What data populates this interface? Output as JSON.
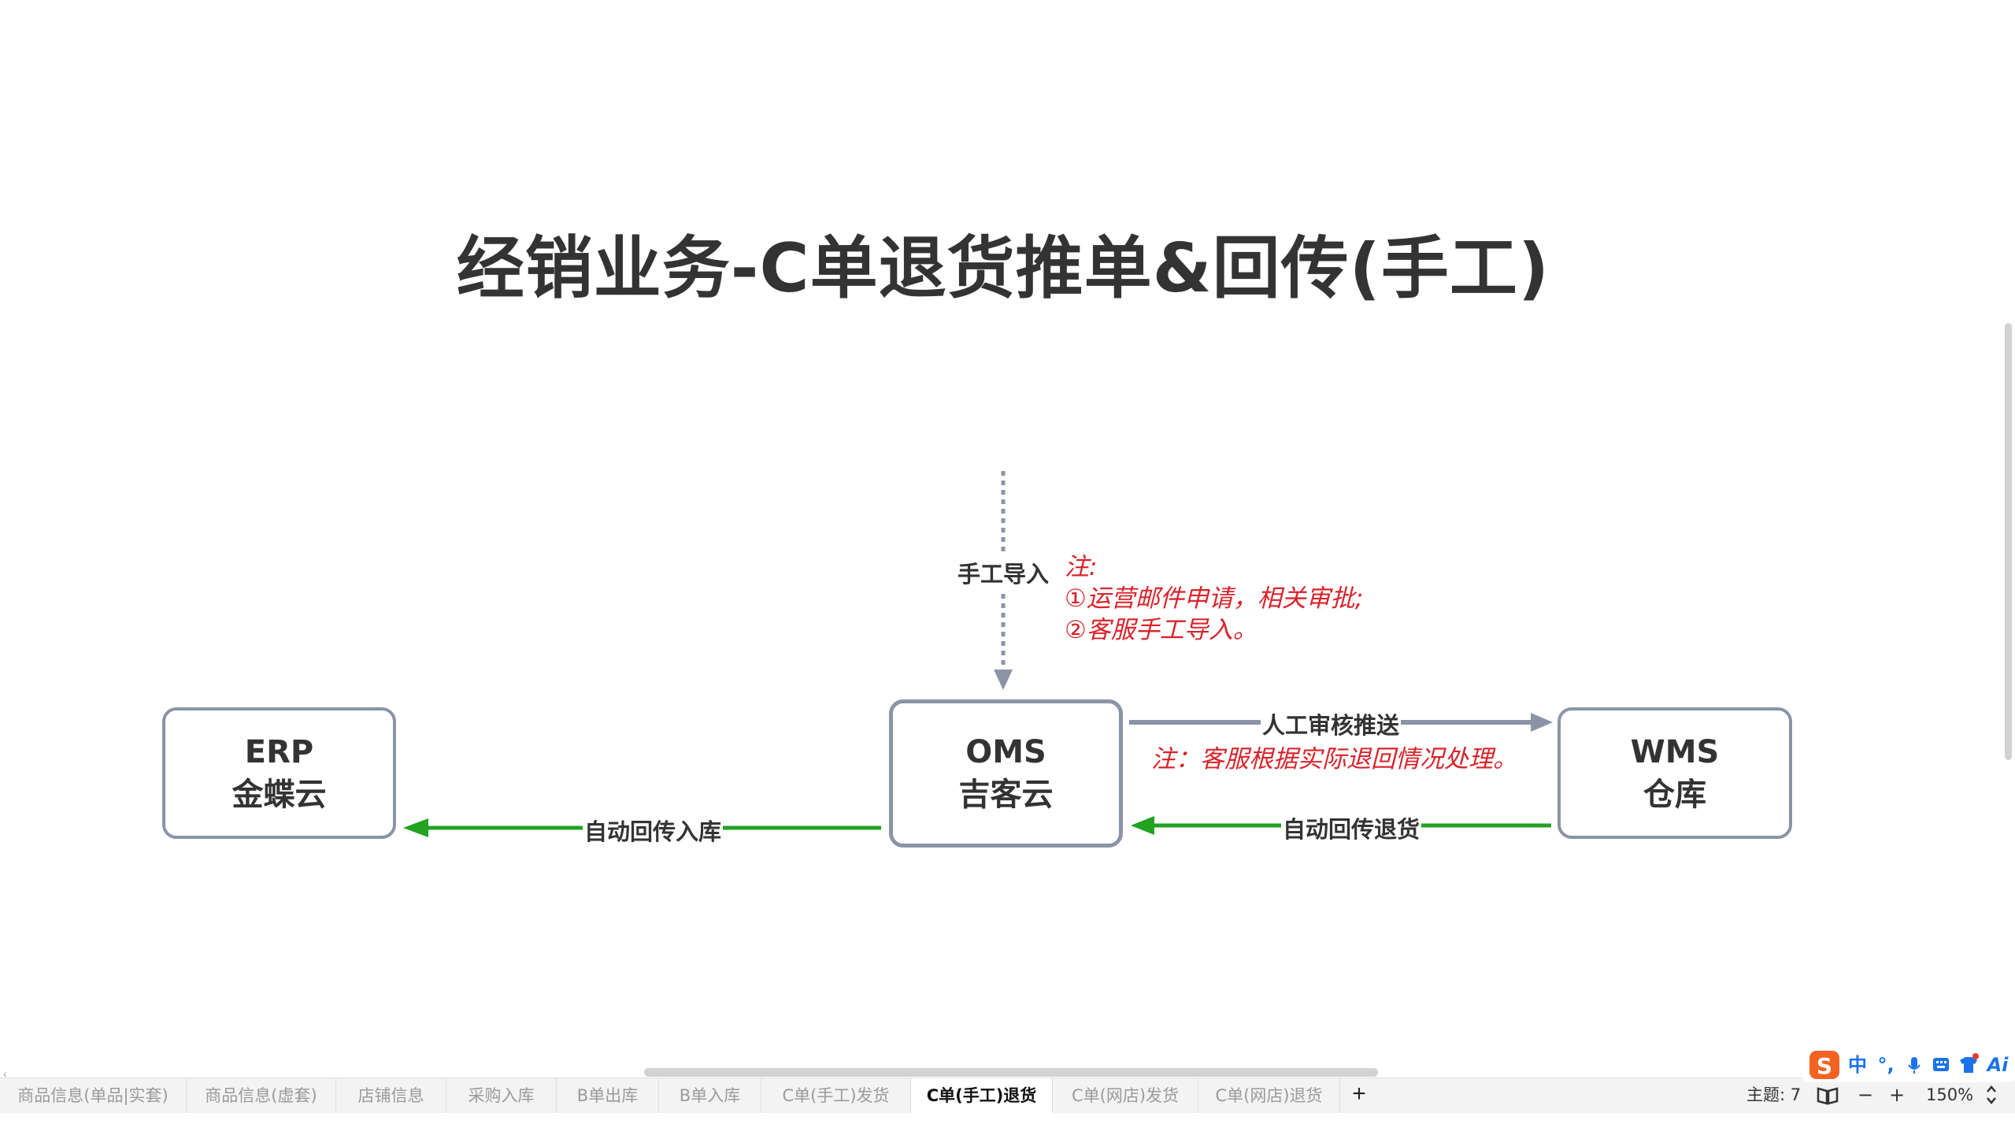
{
  "diagram": {
    "title": "经销业务-C单退货推单&回传(手工)",
    "nodes": {
      "erp": {
        "line1": "ERP",
        "line2": "金蝶云"
      },
      "oms": {
        "line1": "OMS",
        "line2": "吉客云"
      },
      "wms": {
        "line1": "WMS",
        "line2": "仓库"
      }
    },
    "edges": {
      "manual_import": "手工导入",
      "manual_review_push": "人工审核推送",
      "auto_return_goods": "自动回传退货",
      "auto_return_stock_in": "自动回传入库"
    },
    "notes": {
      "import_note_title": "注:",
      "import_note_line1": "①运营邮件申请，相关审批;",
      "import_note_line2": "②客服手工导入。",
      "push_note": "注：客服根据实际退回情况处理。"
    },
    "colors": {
      "grey_arrow": "#8a94a6",
      "green_arrow": "#22a322",
      "note_red": "#d8232a",
      "node_border": "#8a94a6"
    }
  },
  "sheet_tabs": [
    {
      "label": "商品信息(单品|实套)",
      "active": false
    },
    {
      "label": "商品信息(虚套)",
      "active": false
    },
    {
      "label": "店铺信息",
      "active": false
    },
    {
      "label": "采购入库",
      "active": false
    },
    {
      "label": "B单出库",
      "active": false
    },
    {
      "label": "B单入库",
      "active": false
    },
    {
      "label": "C单(手工)发货",
      "active": false
    },
    {
      "label": "C单(手工)退货",
      "active": true
    },
    {
      "label": "C单(网店)发货",
      "active": false
    },
    {
      "label": "C单(网店)退货",
      "active": false
    }
  ],
  "statusbar": {
    "add_sheet": "+",
    "theme": "主题: 7",
    "zoom_out": "−",
    "zoom_in": "+",
    "zoom_level": "150%",
    "icons": [
      "book-icon",
      "spinner-icon"
    ]
  },
  "ime": {
    "logo": "S",
    "mode": "中",
    "punct": "°,",
    "ai": "Ai",
    "icons": [
      "mic-icon",
      "keyboard-icon",
      "shirt-icon"
    ]
  }
}
